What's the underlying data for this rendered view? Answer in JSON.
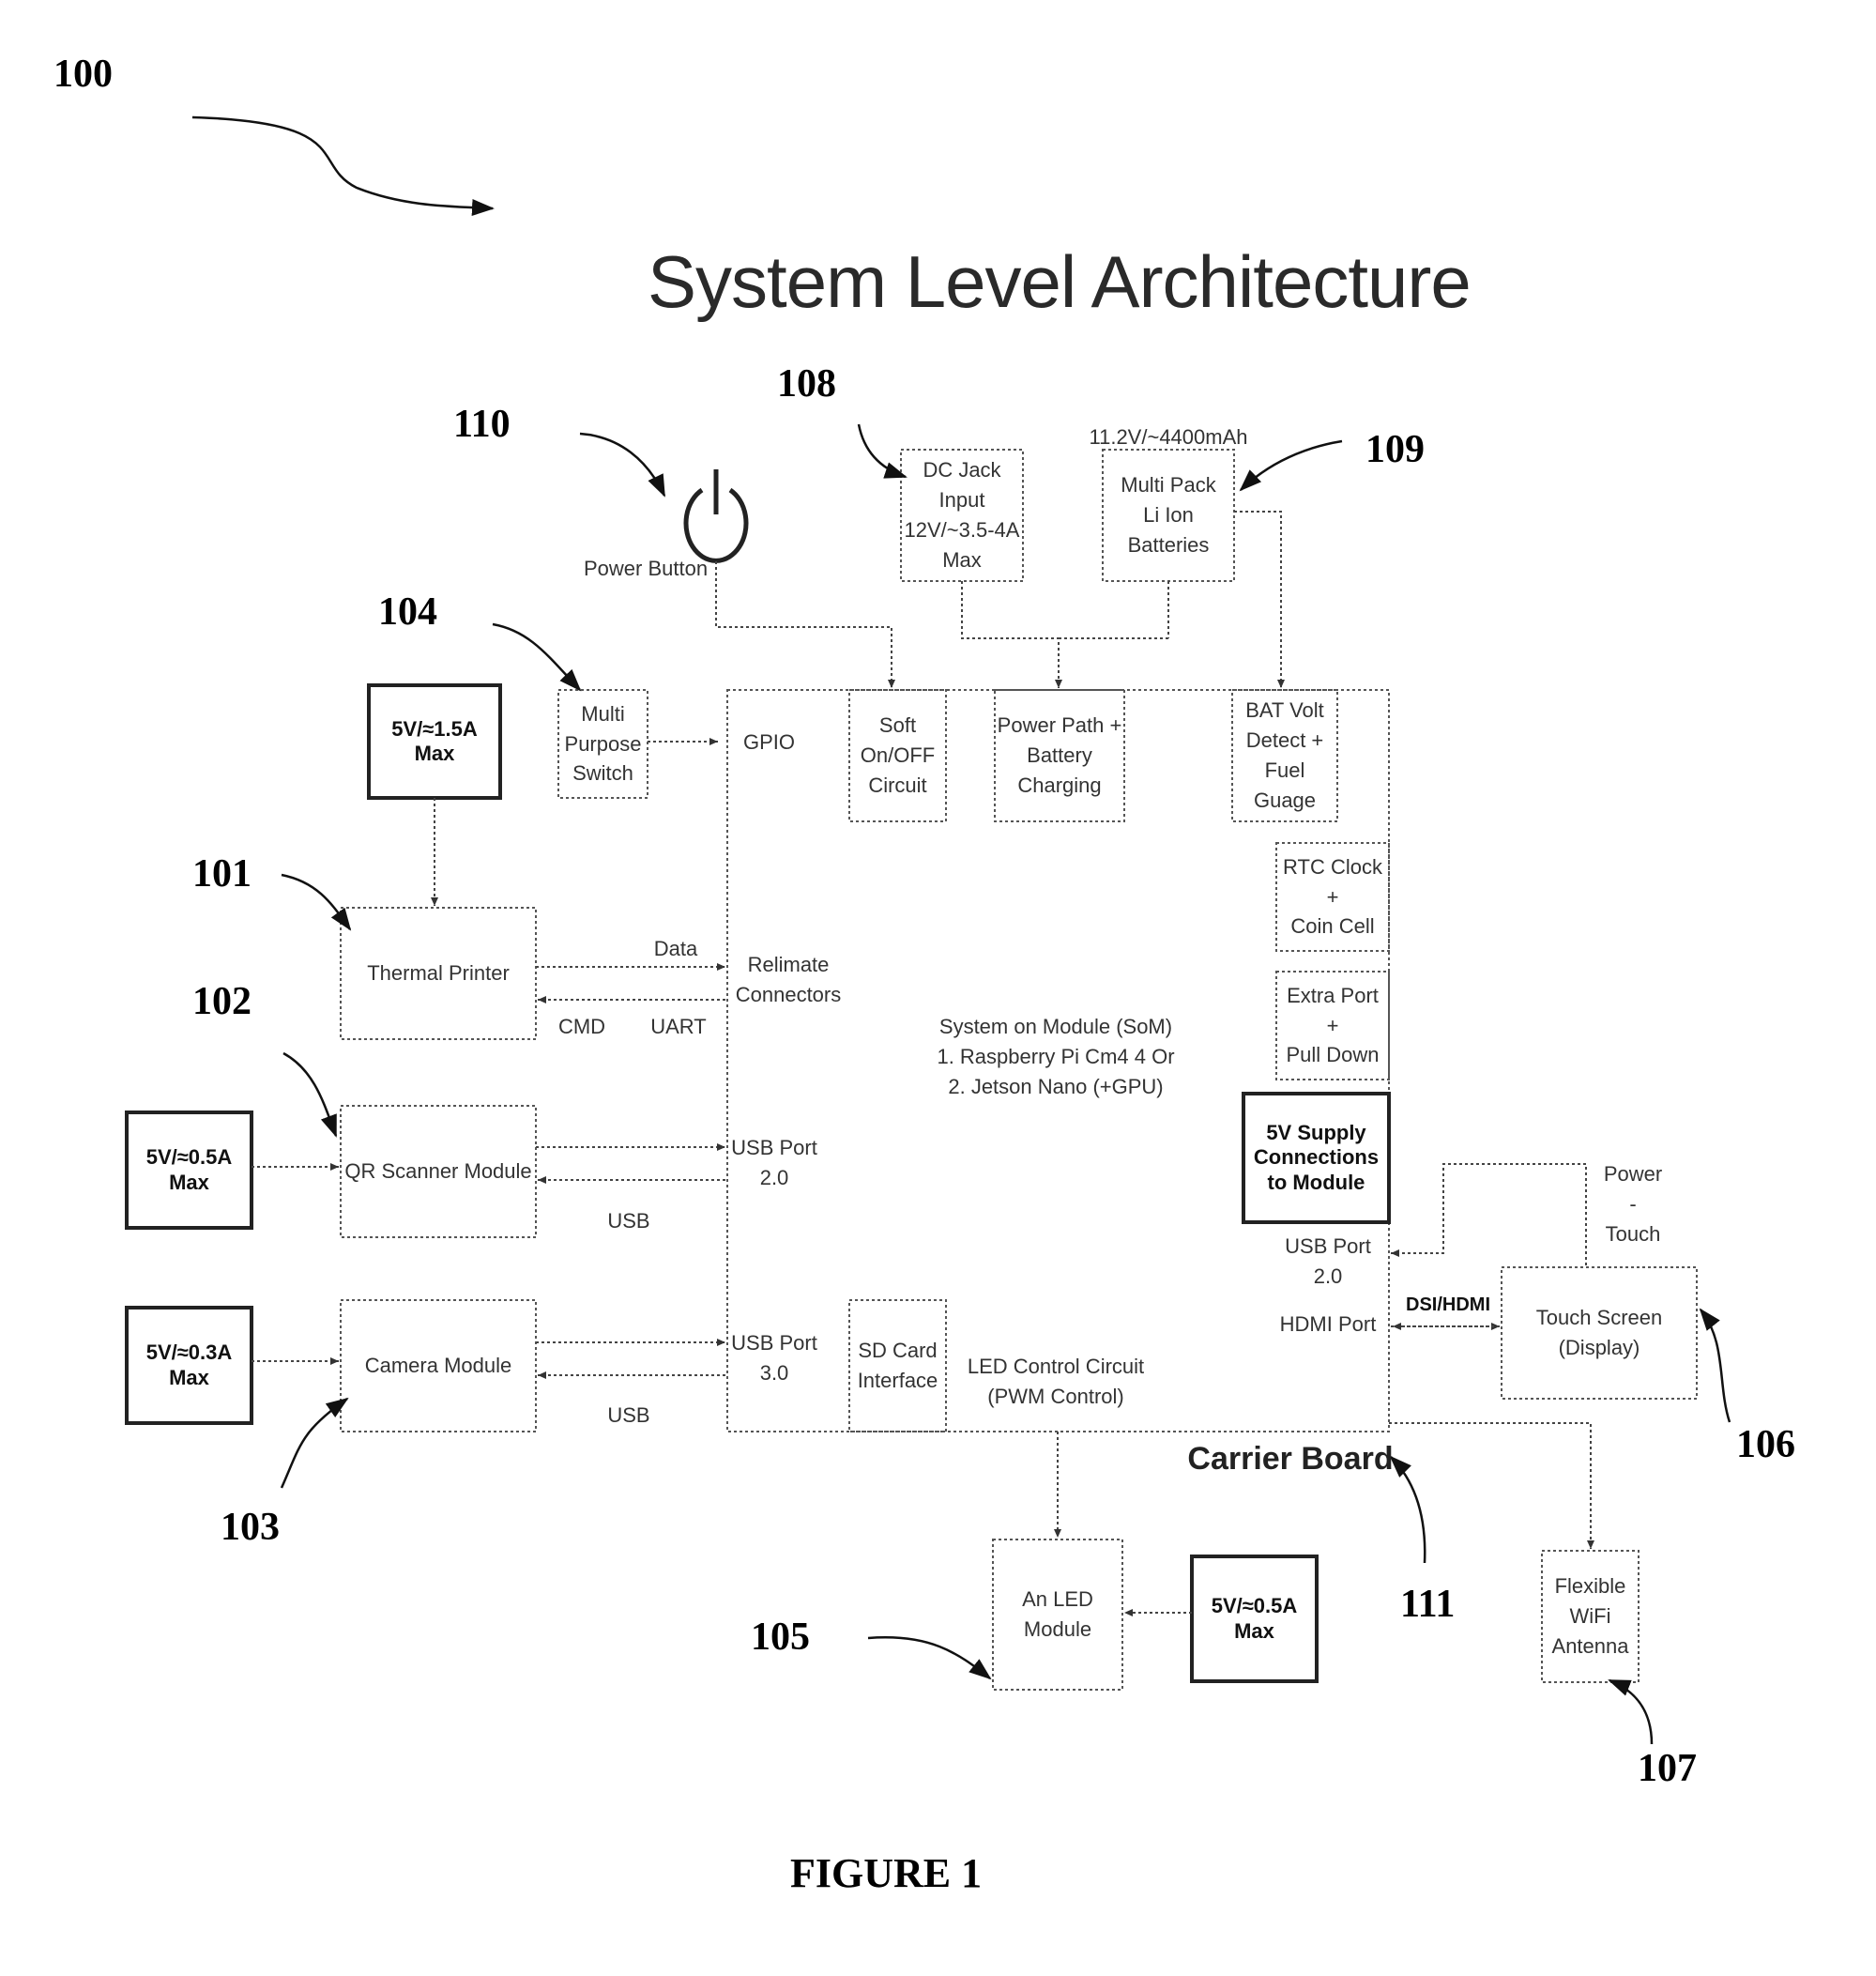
{
  "refs": {
    "r100": "100",
    "r101": "101",
    "r102": "102",
    "r103": "103",
    "r104": "104",
    "r105": "105",
    "r106": "106",
    "r107": "107",
    "r108": "108",
    "r109": "109",
    "r110": "110",
    "r111": "111"
  },
  "title": "System Level Architecture",
  "caption": "FIGURE 1",
  "boxes": {
    "dc_jack": "DC Jack\nInput\n12V/~3.5-4A\nMax",
    "batteries": "Multi Pack\nLi Ion\nBatteries",
    "battery_spec": "11.2V/~4400mAh",
    "power_button": "Power Button",
    "supply_printer": "5V/≈1.5A\nMax",
    "switch": "Multi\nPurpose\nSwitch",
    "thermal_printer": "Thermal Printer",
    "supply_scanner": "5V/≈0.5A\nMax",
    "qr_scanner": "QR Scanner Module",
    "supply_camera": "5V/≈0.3A\nMax",
    "camera": "Camera Module",
    "soft_onoff": "Soft\nOn/OFF\nCircuit",
    "power_path": "Power Path +\nBattery\nCharging",
    "bat_volt": "BAT Volt\nDetect +\nFuel Guage",
    "rtc": "RTC Clock\n+\nCoin Cell",
    "extra_port": "Extra Port\n+\nPull Down",
    "supply_module": "5V Supply\nConnections\nto Module",
    "sd_card": "SD Card\nInterface",
    "touch_screen": "Touch Screen\n(Display)",
    "led_module": "An LED\nModule",
    "supply_led": "5V/≈0.5A\nMax",
    "wifi": "Flexible\nWiFi\nAntenna"
  },
  "labels": {
    "gpio": "GPIO",
    "data": "Data",
    "relimate": "Relimate\nConnectors",
    "cmd": "CMD",
    "uart": "UART",
    "som": "System on Module (SoM)\n1. Raspberry Pi Cm4 4 Or\n2. Jetson Nano (+GPU)",
    "usb20_left": "USB Port\n2.0",
    "usb_a": "USB",
    "usb30": "USB Port\n3.0",
    "usb_b": "USB",
    "led_control": "LED Control Circuit\n(PWM Control)",
    "usb20_right": "USB Port\n2.0",
    "hdmi": "HDMI Port",
    "dsi": "DSI/HDMI",
    "power_touch": "Power\n-\nTouch",
    "carrier": "Carrier Board"
  }
}
